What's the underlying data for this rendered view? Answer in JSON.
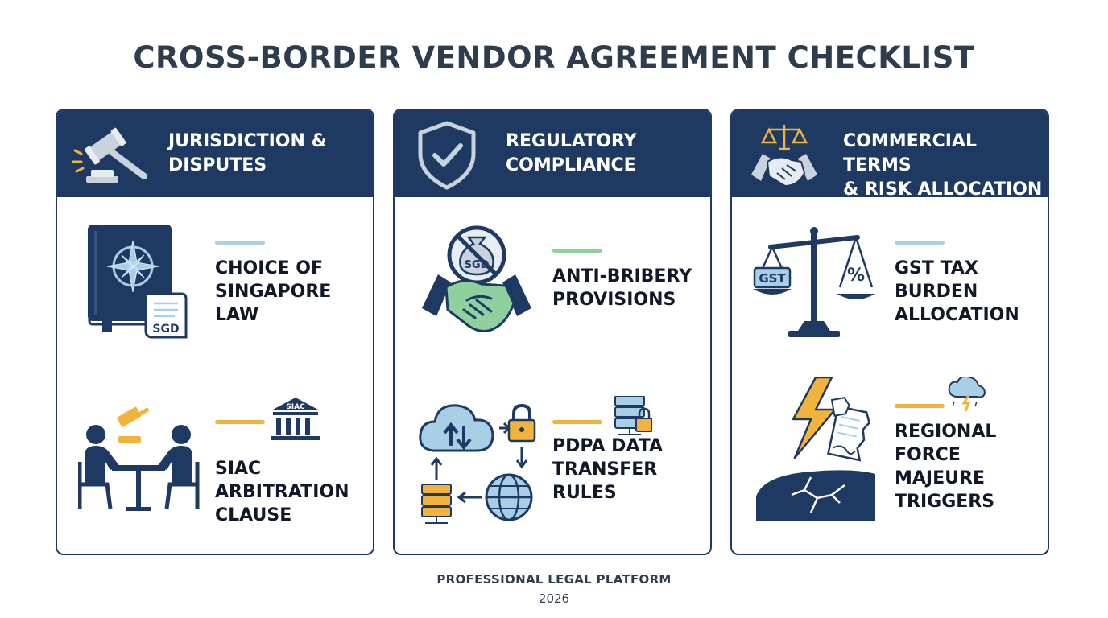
{
  "title": "CROSS-BORDER VENDOR AGREEMENT CHECKLIST",
  "colors": {
    "navy": "#1e3a63",
    "accent_blue": "#a9cfe6",
    "accent_green": "#8fd19e",
    "accent_orange": "#f2b33d"
  },
  "columns": [
    {
      "title": "JURISDICTION &\nDISPUTES",
      "icon": "gavel-icon",
      "items": [
        {
          "label": "CHOICE OF\nSINGAPORE\nLAW",
          "icon": "law-book-compass-icon",
          "badge": "SGD",
          "accent": "blue"
        },
        {
          "label": "SIAC\nARBITRATION\nCLAUSE",
          "icon": "arbitration-meeting-icon",
          "badge": "SIAC",
          "accent": "orange"
        }
      ]
    },
    {
      "title": "REGULATORY\nCOMPLIANCE",
      "icon": "shield-check-icon",
      "items": [
        {
          "label": "ANTI-BRIBERY\nPROVISIONS",
          "icon": "no-bribery-handshake-icon",
          "badge": "SGD",
          "accent": "green"
        },
        {
          "label": "PDPA DATA\nTRANSFER\nRULES",
          "icon": "data-transfer-icon",
          "accent": "orange"
        }
      ]
    },
    {
      "title": "COMMERCIAL TERMS\n& RISK ALLOCATION",
      "icon": "scales-handshake-icon",
      "items": [
        {
          "label": "GST TAX\nBURDEN\nALLOCATION",
          "icon": "gst-scales-icon",
          "badge": "GST",
          "badge2": "%",
          "accent": "blue"
        },
        {
          "label": "REGIONAL\nFORCE\nMAJEURE\nTRIGGERS",
          "icon": "lightning-disaster-icon",
          "accent": "orange"
        }
      ]
    }
  ],
  "footer": {
    "platform": "PROFESSIONAL LEGAL PLATFORM",
    "year": "2026"
  }
}
